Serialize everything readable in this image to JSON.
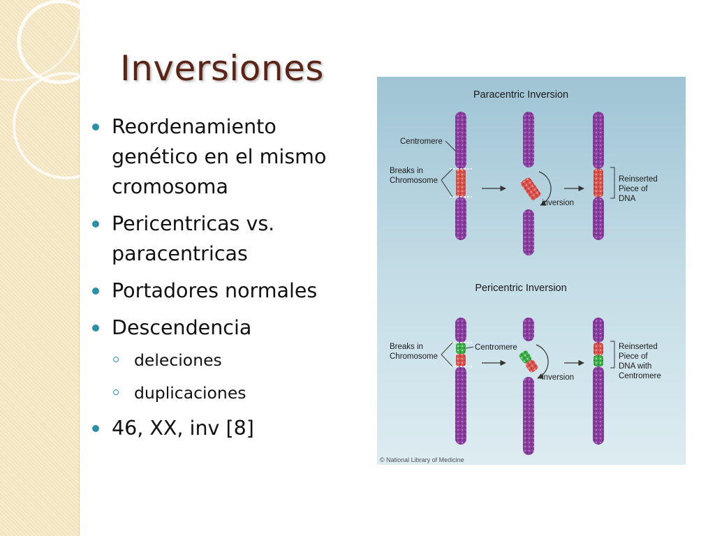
{
  "slide": {
    "title": "Inversiones",
    "bullets": [
      {
        "text": "Reordenamiento genético en el mismo cromosoma"
      },
      {
        "text": "Pericentricas vs. paracentricas"
      },
      {
        "text": "Portadores normales"
      },
      {
        "text": "Descendencia",
        "subitems": [
          "deleciones",
          "duplicaciones"
        ]
      },
      {
        "text": "46, XX, inv [8]"
      }
    ]
  },
  "figure": {
    "paracentric_title": "Paracentric Inversion",
    "pericentric_title": "Pericentric Inversion",
    "centromere": "Centromere",
    "breaks_line1": "Breaks in",
    "breaks_line2": "Chromosome",
    "inversion": "inversion",
    "reinserted_line1": "Reinserted",
    "reinserted_line2": "Piece of",
    "reinserted_line3": "DNA",
    "reinserted_peri_line3": "DNA with",
    "reinserted_peri_line4": "Centromere",
    "credit": "© National Library of Medicine"
  },
  "colors": {
    "title": "#5a2417",
    "bullet_accent": "#2c8fa5",
    "side_panel": "#f6e8c4",
    "chromosome": "#8a3f9e",
    "inverted_red": "#d9534f",
    "inverted_green": "#3fae4a"
  }
}
